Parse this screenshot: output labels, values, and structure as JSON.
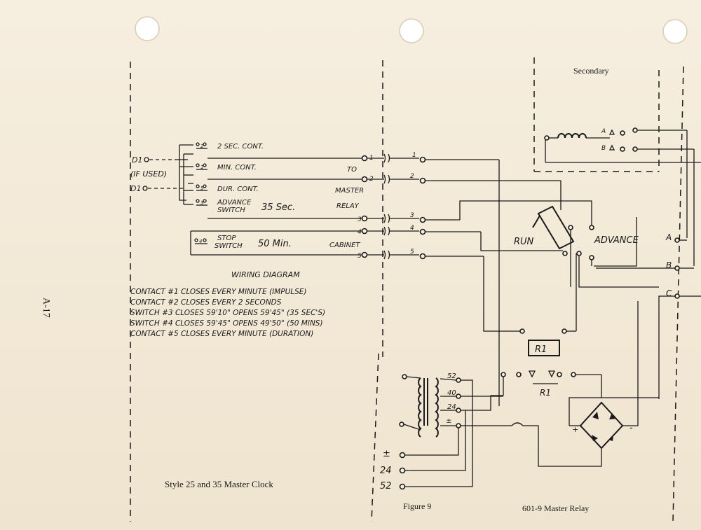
{
  "page_number": "A-17",
  "secondary_label": "Secondary",
  "caption_left": "Style 25 and 35   Master Clock",
  "caption_figure": "Figure 9",
  "caption_right": "601-9 Master Relay",
  "wiring": {
    "title": "WIRING DIAGRAM",
    "d1_top": "D1",
    "d1_bottom": "D1",
    "if_used": "(IF USED)",
    "switch_2sec": "2 SEC. CONT.",
    "switch_min": "MIN. CONT.",
    "switch_dur": "DUR. CONT.",
    "switch_adv_line1": "ADVANCE",
    "switch_adv_line2": "SWITCH",
    "adv_time": "35 Sec.",
    "stop_line1": "STOP",
    "stop_line2": "SWITCH",
    "stop_time": "50 Min.",
    "to": "TO",
    "master": "MASTER",
    "relay": "RELAY",
    "cabinet": "CABINET",
    "terminals": [
      "1",
      "2",
      "3",
      "4",
      "5"
    ],
    "contact_nums": [
      "2",
      "1",
      "5",
      "3",
      "4"
    ]
  },
  "notes": [
    "CONTACT #1 CLOSES EVERY MINUTE (IMPULSE)",
    "CONTACT #2 CLOSES EVERY 2 SECONDS",
    "SWITCH #3 CLOSES 59'10\" OPENS 59'45\" (35 SEC'S)",
    "SWITCH #4 CLOSES 59'45\" OPENS 49'50\" (50 MINS)",
    "CONTACT #5 CLOSES EVERY MINUTE (DURATION)"
  ],
  "relay": {
    "run": "RUN",
    "advance": "ADVANCE",
    "r1": "R1",
    "r1_contacts": "R1",
    "outputs": [
      "A",
      "B",
      "C"
    ],
    "coil_a": "A",
    "coil_b": "B",
    "tap_52": "52",
    "tap_40": "40",
    "tap_24": "24",
    "tap_pm": "±",
    "plus": "+",
    "minus": "-",
    "supply": [
      "±",
      "24",
      "52"
    ]
  }
}
